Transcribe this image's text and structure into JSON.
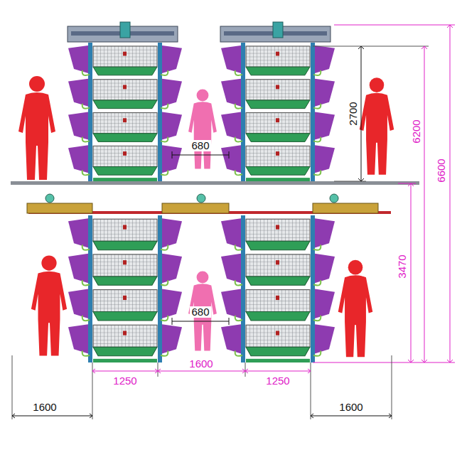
{
  "diagram": {
    "labels": [
      "2700",
      "6200",
      "6600",
      "680",
      "3470",
      "680",
      "1250",
      "1600",
      "1250",
      "1600",
      "1600"
    ]
  }
}
